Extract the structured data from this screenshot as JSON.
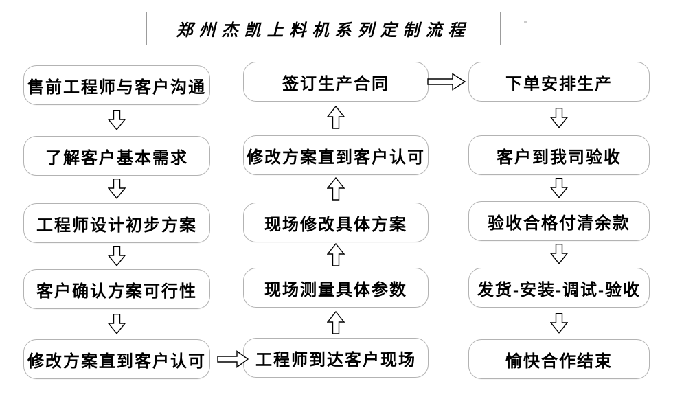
{
  "title": "郑州杰凯上料机系列定制流程",
  "columns": {
    "left": [
      "售前工程师与客户沟通",
      "了解客户基本需求",
      "工程师设计初步方案",
      "客户确认方案可行性",
      "修改方案直到客户认可"
    ],
    "middle": [
      "签订生产合同",
      "修改方案直到客户认可",
      "现场修改具体方案",
      "现场测量具体参数",
      "工程师到达客户现场"
    ],
    "right": [
      "下单安排生产",
      "客户到我司验收",
      "验收合格付清余款",
      "发货-安装-调试-验收",
      "愉快合作结束"
    ]
  },
  "icons": {
    "down_arrow": "hollow block arrow pointing down",
    "up_arrow": "hollow block arrow pointing up",
    "right_arrow": "hollow block arrow pointing right"
  },
  "colors": {
    "background": "#ffffff",
    "node_border": "#b3b3b3",
    "title_border": "#9c9c9c",
    "arrow_outline": "#000000",
    "text": "#000000"
  }
}
